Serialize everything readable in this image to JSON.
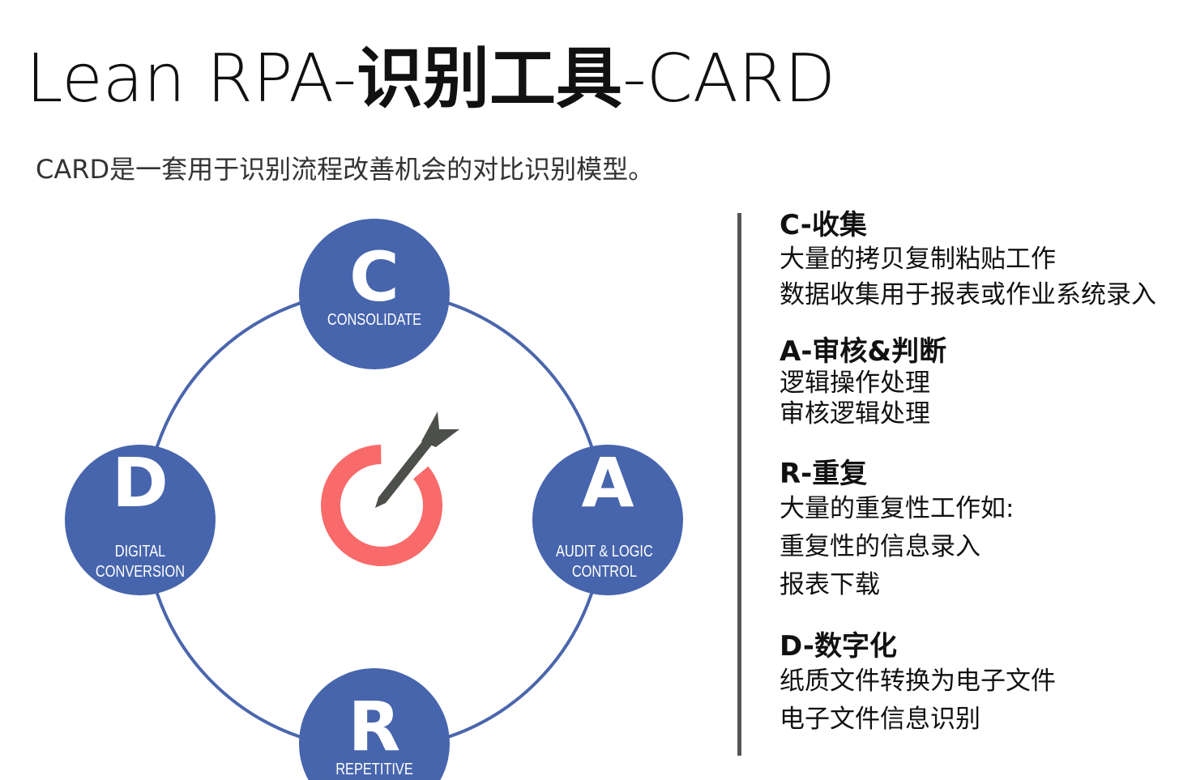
{
  "title": {
    "prefix": "Lean RPA-",
    "cn": "识别工具",
    "suffix": "-CARD"
  },
  "subtitle": "CARD是一套用于识别流程改善机会的对比识别模型。",
  "diagram": {
    "ring_color": "#4a66ad",
    "node_color": "#4765ad",
    "target_color": "#f96a6a",
    "dart_color": "#4d4f4a",
    "nodes": [
      {
        "letter": "C",
        "lines": [
          "CONSOLIDATE"
        ]
      },
      {
        "letter": "A",
        "lines": [
          "AUDIT & LOGIC",
          "CONTROL"
        ]
      },
      {
        "letter": "R",
        "lines": [
          "REPETITIVE"
        ]
      },
      {
        "letter": "D",
        "lines": [
          "DIGITAL",
          "CONVERSION"
        ]
      }
    ]
  },
  "sections": [
    {
      "heading": "C-收集",
      "lines": [
        "大量的拷贝复制粘贴工作",
        "数据收集用于报表或作业系统录入"
      ]
    },
    {
      "heading": "A-审核&判断",
      "lines": [
        "逻辑操作处理",
        "审核逻辑处理"
      ]
    },
    {
      "heading": "R-重复",
      "lines": [
        "大量的重复性工作如:",
        "重复性的信息录入",
        "报表下载"
      ]
    },
    {
      "heading": "D-数字化",
      "lines": [
        "纸质文件转换为电子文件",
        "电子文件信息识别"
      ]
    }
  ]
}
